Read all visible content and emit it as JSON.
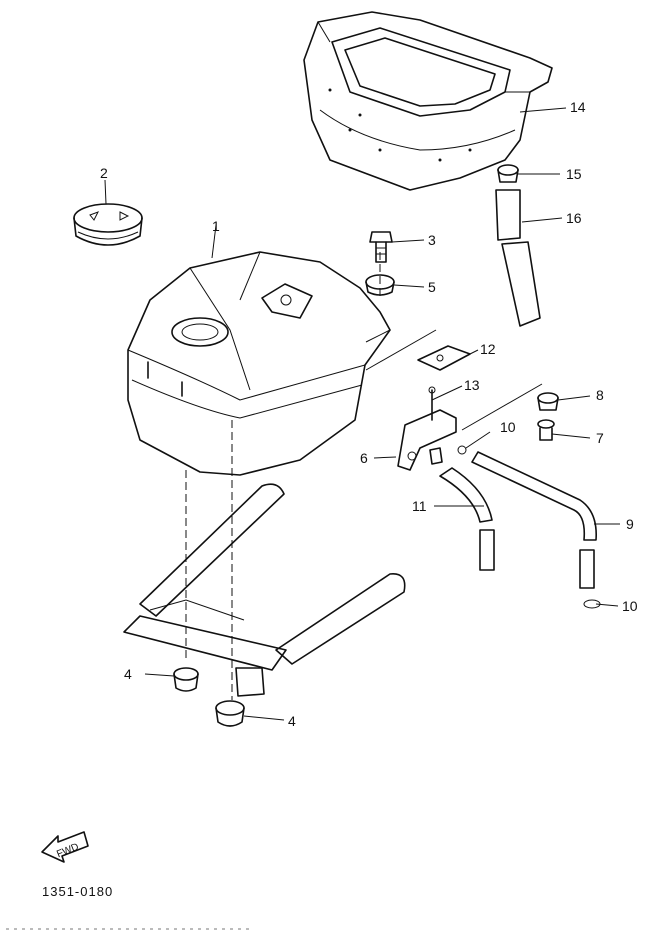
{
  "diagram": {
    "callouts": {
      "c1": "1",
      "c2": "2",
      "c3": "3",
      "c4a": "4",
      "c4b": "4",
      "c5": "5",
      "c6": "6",
      "c7": "7",
      "c8": "8",
      "c9": "9",
      "c10a": "10",
      "c10b": "10",
      "c11": "11",
      "c12": "12",
      "c13": "13",
      "c14": "14",
      "c15": "15",
      "c16": "16"
    },
    "fwd_label": "FWD",
    "drawing_code": "1351-0180"
  },
  "icons": [
    "fwd-arrow-icon"
  ]
}
